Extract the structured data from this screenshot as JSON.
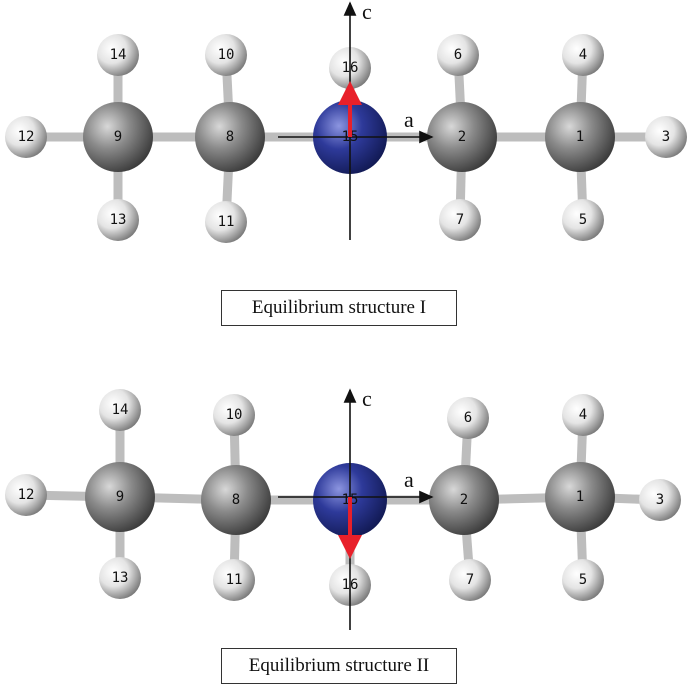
{
  "panels": [
    {
      "caption": "Equilibrium structure I",
      "axes": {
        "vertical": "c",
        "horizontal": "a"
      },
      "displacement_direction": "up",
      "atoms": [
        {
          "label": "9",
          "element": "C"
        },
        {
          "label": "8",
          "element": "C"
        },
        {
          "label": "15",
          "element": "N"
        },
        {
          "label": "2",
          "element": "C"
        },
        {
          "label": "1",
          "element": "C"
        },
        {
          "label": "14",
          "element": "H"
        },
        {
          "label": "10",
          "element": "H"
        },
        {
          "label": "16",
          "element": "H"
        },
        {
          "label": "6",
          "element": "H"
        },
        {
          "label": "4",
          "element": "H"
        },
        {
          "label": "12",
          "element": "H"
        },
        {
          "label": "3",
          "element": "H"
        },
        {
          "label": "13",
          "element": "H"
        },
        {
          "label": "11",
          "element": "H"
        },
        {
          "label": "7",
          "element": "H"
        },
        {
          "label": "5",
          "element": "H"
        }
      ]
    },
    {
      "caption": "Equilibrium structure II",
      "axes": {
        "vertical": "c",
        "horizontal": "a"
      },
      "displacement_direction": "down",
      "atoms": [
        {
          "label": "9",
          "element": "C"
        },
        {
          "label": "8",
          "element": "C"
        },
        {
          "label": "15",
          "element": "N"
        },
        {
          "label": "2",
          "element": "C"
        },
        {
          "label": "1",
          "element": "C"
        },
        {
          "label": "14",
          "element": "H"
        },
        {
          "label": "10",
          "element": "H"
        },
        {
          "label": "16",
          "element": "H"
        },
        {
          "label": "6",
          "element": "H"
        },
        {
          "label": "4",
          "element": "H"
        },
        {
          "label": "12",
          "element": "H"
        },
        {
          "label": "3",
          "element": "H"
        },
        {
          "label": "13",
          "element": "H"
        },
        {
          "label": "11",
          "element": "H"
        },
        {
          "label": "7",
          "element": "H"
        },
        {
          "label": "5",
          "element": "H"
        }
      ]
    }
  ],
  "colors": {
    "carbon": "#808080",
    "nitrogen": "#2e3a9a",
    "hydrogen": "#e8e8e8",
    "displacement_arrow": "#e8202a",
    "axis": "#111111"
  }
}
